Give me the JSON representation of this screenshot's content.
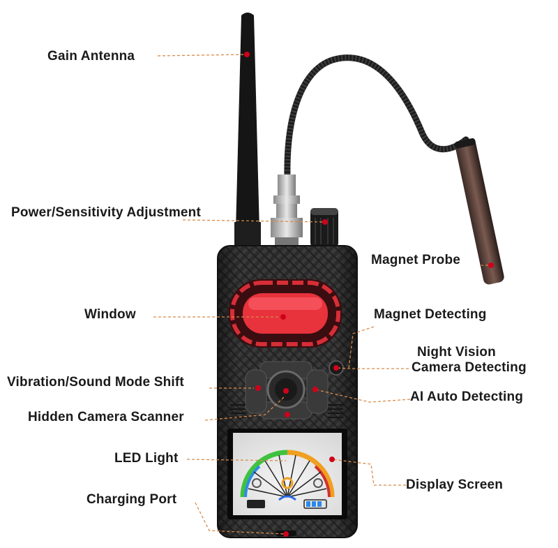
{
  "labels": {
    "gain_antenna": "Gain Antenna",
    "power_sensitivity": "Power/Sensitivity Adjustment",
    "magnet_probe": "Magnet Probe",
    "window": "Window",
    "magnet_detecting": "Magnet Detecting",
    "night_vision_line1": "Night Vision",
    "night_vision_line2": "Camera Detecting",
    "vibration_sound": "Vibration/Sound Mode Shift",
    "ai_auto": "AI Auto Detecting",
    "hidden_camera": "Hidden Camera Scanner",
    "led_light": "LED Light",
    "display_screen": "Display Screen",
    "charging_port": "Charging Port"
  },
  "colors": {
    "leader": "#d88a4a",
    "marker": "#d0021b",
    "body": "#2a2a2a",
    "window_red": "#e8323c"
  }
}
